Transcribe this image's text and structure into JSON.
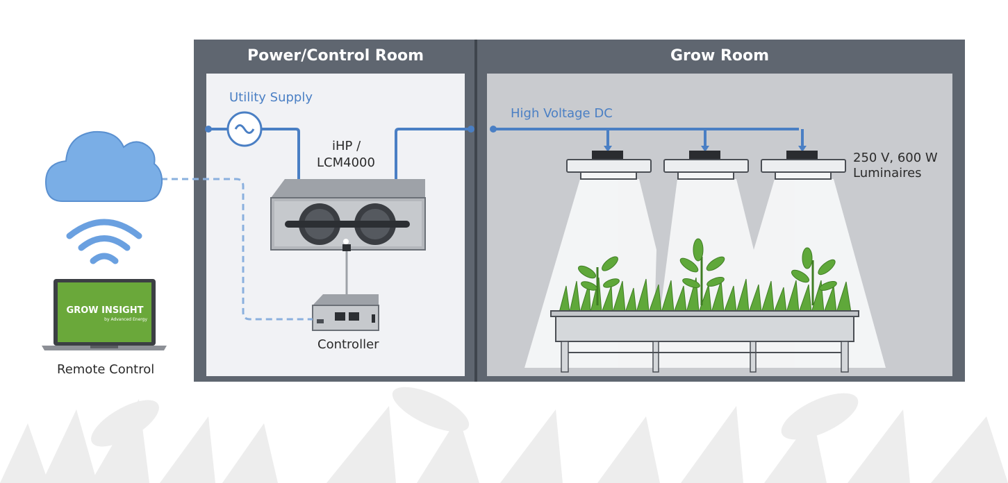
{
  "rooms": {
    "power": {
      "title": "Power/Control Room"
    },
    "grow": {
      "title": "Grow Room"
    }
  },
  "labels": {
    "utility_supply": "Utility Supply",
    "high_voltage": "High Voltage DC",
    "device_line1": "iHP /",
    "device_line2": "LCM4000",
    "controller": "Controller",
    "luminaires_line1": "250 V, 600 W",
    "luminaires_line2": "Luminaires",
    "remote_control": "Remote Control"
  },
  "laptop": {
    "brand": "GROW INSIGHT",
    "byline": "by Advanced Energy"
  },
  "colors": {
    "wall": "#5f6670",
    "power_room_bg": "#f1f2f5",
    "grow_room_bg": "#c9cbcf",
    "wire_blue": "#4a7fc4",
    "cloud": "#7aaee6",
    "plant_green": "#5fa83a",
    "screen_green": "#6aa83a"
  },
  "icons": [
    "cloud-icon",
    "wifi-icon",
    "laptop-icon",
    "ac-source-icon",
    "power-supply-icon",
    "controller-icon",
    "luminaire-icon",
    "plant-icon"
  ]
}
